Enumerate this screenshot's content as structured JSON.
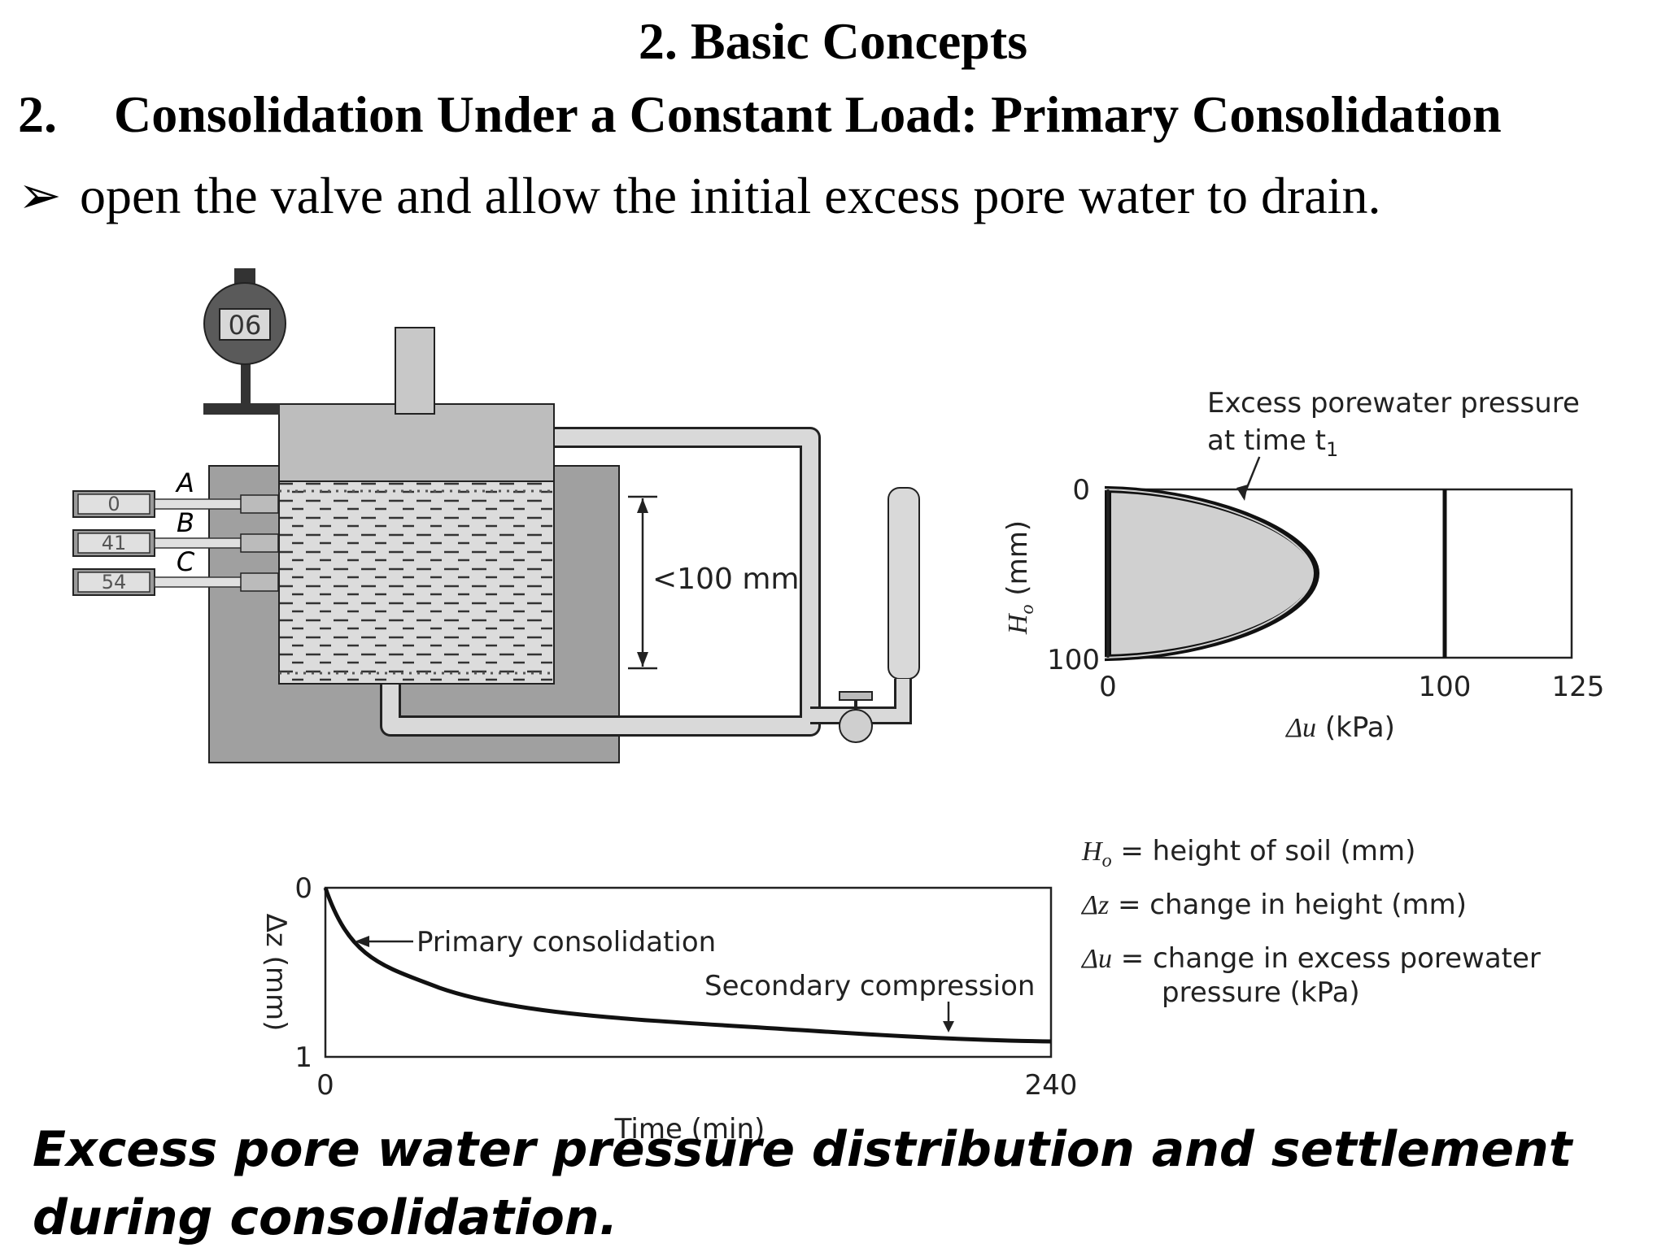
{
  "slide": {
    "section_title": "2.   Basic Concepts",
    "subtitle_number": "2.",
    "subtitle_text": "Consolidation Under a Constant Load: Primary Consolidation",
    "bullet_marker": "➢",
    "bullet_text": "open the valve and allow the initial excess pore water to drain.",
    "caption": "Excess pore water pressure distribution and settlement during consolidation."
  },
  "apparatus": {
    "dial_reading": "06",
    "gauge_labels": [
      "A",
      "B",
      "C"
    ],
    "gauge_readings": [
      "0",
      "41",
      "54"
    ],
    "height_label": "<100 mm"
  },
  "pressure_chart": {
    "annotation_line1": "Excess porewater pressure",
    "annotation_line2_prefix": "at time t",
    "annotation_line2_sub": "1",
    "y_label_var": "H",
    "y_label_sub": "o",
    "y_label_unit": " (mm)",
    "y_ticks": [
      "0",
      "100"
    ],
    "x_ticks": [
      "0",
      "100",
      "125"
    ],
    "x_label_var": "Δu",
    "x_label_unit": " (kPa)"
  },
  "legend": {
    "h_var": "H",
    "h_sub": "o",
    "h_def": " = height of soil (mm)",
    "z_var": "Δz",
    "z_def": " = change in height (mm)",
    "u_var": "Δu",
    "u_def_line1": " = change in excess porewater",
    "u_def_line2": "pressure (kPa)"
  },
  "settlement_chart": {
    "y_label": "Δz (mm)",
    "y_ticks": [
      "0",
      "1"
    ],
    "x_ticks": [
      "0",
      "240"
    ],
    "x_label": "Time (min)",
    "annotation_primary": "Primary consolidation",
    "annotation_secondary": "Secondary compression"
  },
  "colors": {
    "housing": "#a0a0a0",
    "soil": "#dcdcdc",
    "pipe": "#d9d9d9",
    "shaded_region": "#d0d0d0"
  }
}
